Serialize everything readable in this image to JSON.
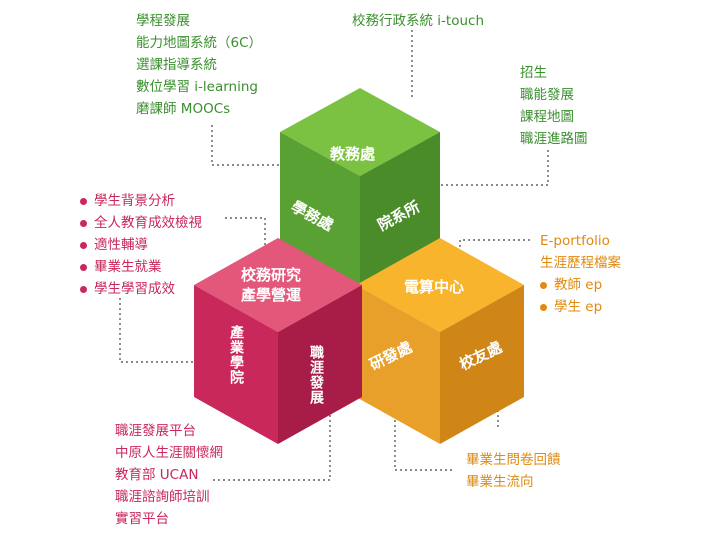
{
  "colors": {
    "green_top": "#7cc242",
    "green_left": "#5aa134",
    "green_right": "#4a8c2a",
    "red_top": "#e2577a",
    "red_left": "#c8285a",
    "red_right": "#a81d48",
    "orange_top": "#f7b42c",
    "orange_left": "#e8a02a",
    "orange_right": "#cf8616",
    "green_text": "#3a8f2e",
    "red_text": "#c8285a",
    "orange_text": "#e08a10"
  },
  "cubes": {
    "green": {
      "top": "教務處",
      "left": "學務處",
      "right": "院系所"
    },
    "red": {
      "top_line1": "校務研究",
      "top_line2": "產學營運",
      "left": "產業學院",
      "right": "職涯發展"
    },
    "orange": {
      "top": "電算中心",
      "left": "研發處",
      "right": "校友處"
    }
  },
  "labels": {
    "top_left": [
      "學程發展",
      "能力地圖系統（6C）",
      "選課指導系統",
      "數位學習 i-learning",
      "磨課師 MOOCs"
    ],
    "top_center": "校務行政系統 i-touch",
    "top_right": [
      "招生",
      "職能發展",
      "課程地圖",
      "職涯進路圖"
    ],
    "left": [
      "學生背景分析",
      "全人教育成效檢視",
      "適性輔導",
      "畢業生就業",
      "學生學習成效"
    ],
    "right_plain": [
      "E-portfolio",
      "生涯歷程檔案"
    ],
    "right_bullets": [
      "教師 ep",
      "學生 ep"
    ],
    "bottom_left": [
      "職涯發展平台",
      "中原人生涯關懷網",
      "教育部 UCAN",
      "職涯諮詢師培訓",
      "實習平台"
    ],
    "bottom_right": [
      "畢業生問卷回饋",
      "畢業生流向"
    ]
  }
}
